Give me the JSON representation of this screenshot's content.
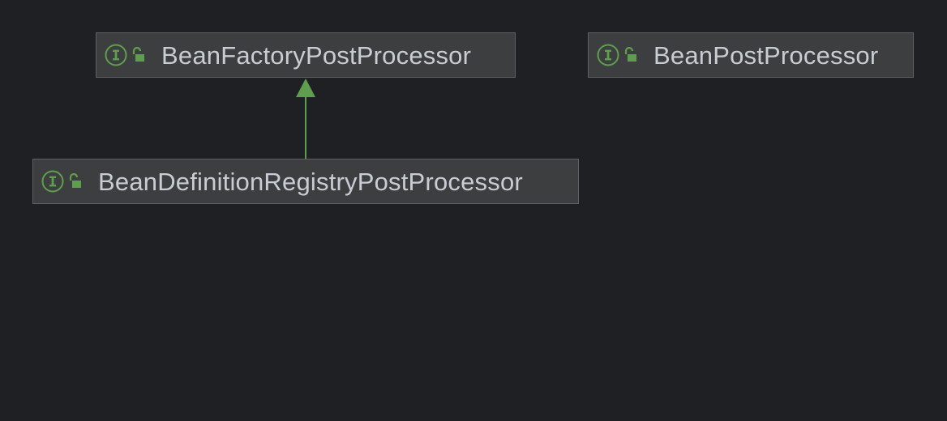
{
  "diagram": {
    "nodes": [
      {
        "id": "bfpp",
        "kind": "interface",
        "visibility": "public",
        "label": "BeanFactoryPostProcessor"
      },
      {
        "id": "bpp",
        "kind": "interface",
        "visibility": "public",
        "label": "BeanPostProcessor"
      },
      {
        "id": "bdrpp",
        "kind": "interface",
        "visibility": "public",
        "label": "BeanDefinitionRegistryPostProcessor"
      }
    ],
    "edges": [
      {
        "from": "bdrpp",
        "to": "bfpp",
        "type": "extends"
      }
    ]
  },
  "icons": {
    "interface": "interface-i-icon",
    "visibility": "unlocked-public-icon"
  },
  "colors": {
    "background": "#1f2023",
    "node_fill": "#3d3e40",
    "node_border": "#5e6063",
    "label_text": "#c8ccd3",
    "accent_green": "#5f9e4f"
  }
}
